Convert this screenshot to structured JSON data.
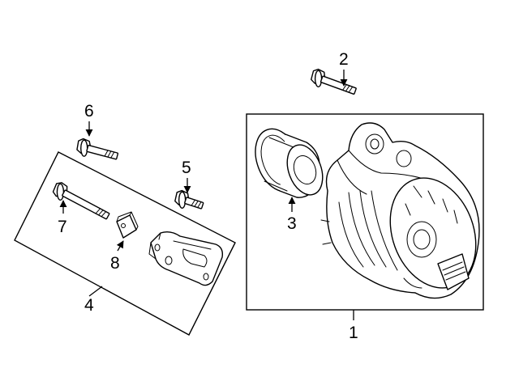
{
  "callouts": {
    "c1": "1",
    "c2": "2",
    "c3": "3",
    "c4": "4",
    "c5": "5",
    "c6": "6",
    "c7": "7",
    "c8": "8"
  },
  "parts": [
    {
      "callout": "1",
      "icon": "alternator-icon"
    },
    {
      "callout": "2",
      "icon": "flange-bolt-icon"
    },
    {
      "callout": "3",
      "icon": "pulley-icon"
    },
    {
      "callout": "4",
      "icon": "bracket-kit-box"
    },
    {
      "callout": "5",
      "icon": "flange-bolt-icon"
    },
    {
      "callout": "6",
      "icon": "flange-bolt-icon"
    },
    {
      "callout": "7",
      "icon": "flange-bolt-icon"
    },
    {
      "callout": "8",
      "icon": "nut-icon"
    }
  ]
}
